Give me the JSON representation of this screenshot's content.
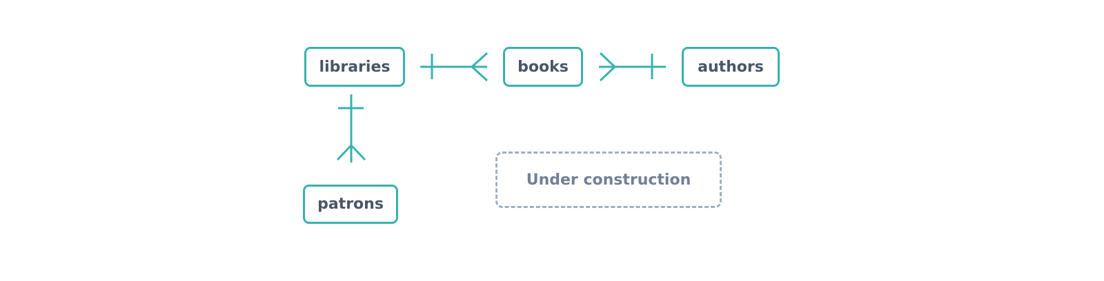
{
  "entities": {
    "libraries": "libraries",
    "books": "books",
    "authors": "authors",
    "patrons": "patrons"
  },
  "placeholder": "Under construction",
  "relationships": [
    {
      "from": "libraries",
      "to": "books",
      "type": "one-to-many"
    },
    {
      "from": "authors",
      "to": "books",
      "type": "one-to-many"
    },
    {
      "from": "libraries",
      "to": "patrons",
      "type": "one-to-many"
    }
  ],
  "colors": {
    "accent": "#38b2ac",
    "text": "#4a5568",
    "muted": "#a0aec0"
  }
}
